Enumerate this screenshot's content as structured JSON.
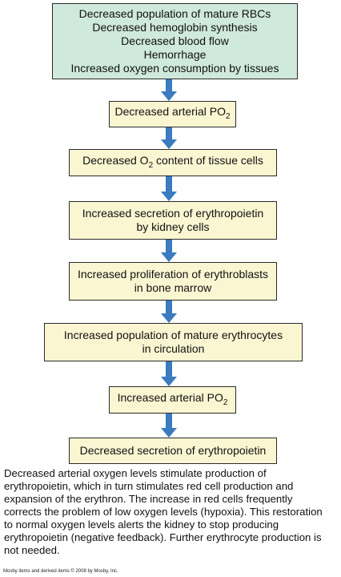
{
  "top_box": {
    "lines": [
      "Decreased population of mature RBCs",
      "Decreased hemoglobin synthesis",
      "Decreased blood flow",
      "Hemorrhage",
      "Increased oxygen consumption by tissues"
    ]
  },
  "steps": [
    {
      "line1": "Decreased arterial PO",
      "sub": "2",
      "line1_tail": "",
      "line2": ""
    },
    {
      "line1": "Decreased O",
      "sub": "2",
      "line1_tail": " content of tissue cells",
      "line2": ""
    },
    {
      "line1": "Increased secretion of erythropoietin",
      "sub": "",
      "line1_tail": "",
      "line2": "by kidney cells"
    },
    {
      "line1": "Increased proliferation of erythroblasts",
      "sub": "",
      "line1_tail": "",
      "line2": "in bone marrow"
    },
    {
      "line1": "Increased population of mature erythrocytes",
      "sub": "",
      "line1_tail": "",
      "line2": "in circulation"
    },
    {
      "line1": "Increased arterial PO",
      "sub": "2",
      "line1_tail": "",
      "line2": ""
    },
    {
      "line1": "Decreased secretion of erythropoietin",
      "sub": "",
      "line1_tail": "",
      "line2": ""
    }
  ],
  "caption": {
    "lines": [
      "Decreased arterial oxygen levels stimulate production of",
      "erythropoietin, which in turn stimulates red cell production and",
      "expansion of the erythron.  The increase in red cells frequently",
      "corrects the problem of low oxygen levels (hypoxia).  This restoration",
      "to normal oxygen levels alerts the kidney to stop producing",
      "erythropoietin (negative feedback).  Further erythrocyte production is",
      "not needed."
    ]
  },
  "footer": "Mosby items and derived items © 2008 by Mosby, Inc.",
  "colors": {
    "top_box_fill": "#cfe9dc",
    "step_box_fill": "#fbf6d2",
    "arrow_fill": "#3b7bbf"
  }
}
